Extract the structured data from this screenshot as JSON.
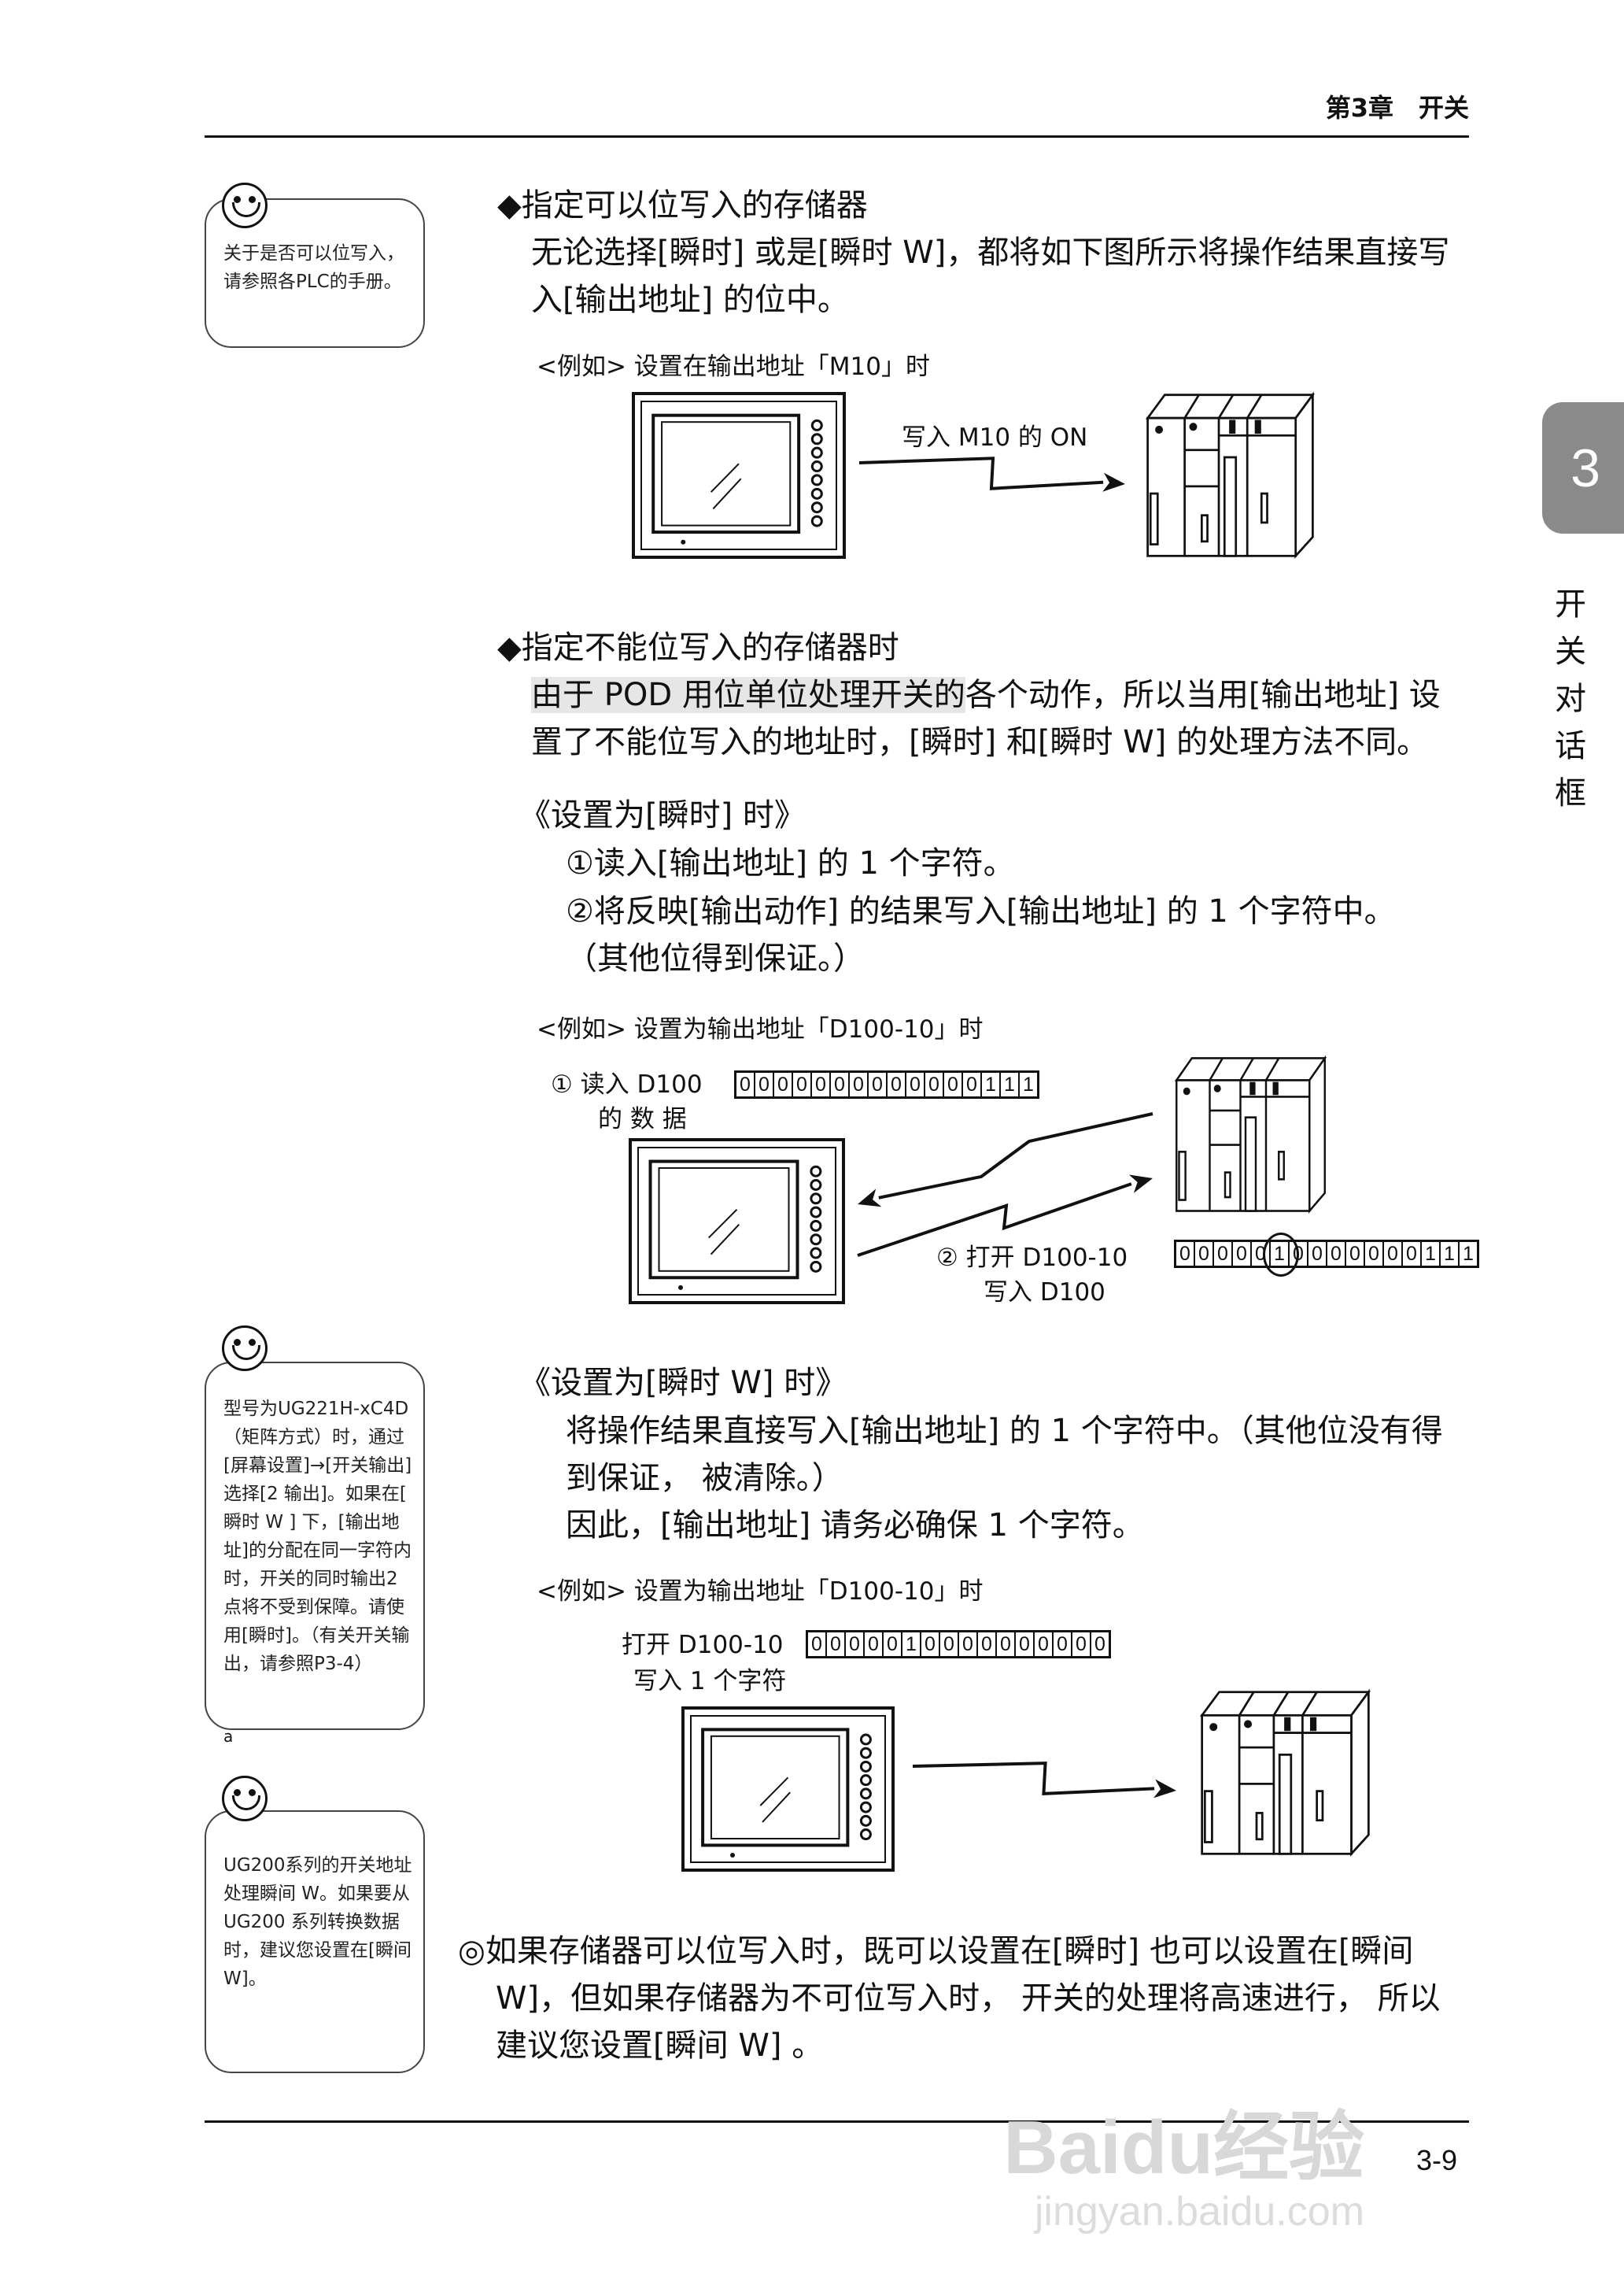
{
  "header": {
    "chapter": "第3章　开关"
  },
  "side_tab": {
    "number": "3",
    "title": "开关对话框"
  },
  "notes": [
    {
      "text": "关于是否可以位写入，请参照各PLC的手册。"
    },
    {
      "text": "型号为UG221H-xC4D（矩阵方式）时，通过[屏幕设置]→[开关输出] 选择[2 输出]。如果在[ 瞬时 W ] 下，[输出地址]的分配在同一字符内时，开关的同时输出2 点将不受到保障。请使用[瞬时]。（有关开关输出，请参照P3-4）",
      "trailing": "a"
    },
    {
      "text": "UG200系列的开关地址处理瞬间 W。如果要从 UG200 系列转换数据时，建议您设置在[瞬间 W]。"
    }
  ],
  "section1": {
    "heading": "◆指定可以位写入的存储器",
    "lines": [
      "无论选择[瞬时] 或是[瞬时 W]，都将如下图所示将操作结果直接写",
      "入[输出地址] 的位中。"
    ],
    "example": "<例如> 设置在输出地址「M10」时",
    "arrow_label": "写入 M10 的 ON"
  },
  "section2": {
    "heading": "◆指定不能位写入的存储器时",
    "line1_highlight": "由于 POD 用位单位处理开关的",
    "line1_rest": "各个动作，所以当用[输出地址] 设",
    "line2": "置了不能位写入的地址时，[瞬时] 和[瞬时 W] 的处理方法不同。",
    "sub1_title": "《设置为[瞬时] 时》",
    "sub1_items": [
      "①读入[输出地址] 的 1 个字符。",
      "②将反映[输出动作] 的结果写入[输出地址] 的 1 个字符中。",
      "（其他位得到保证。）"
    ],
    "example2": "<例如> 设置为输出地址「D100-10」时",
    "read_label1": "①  读入 D100",
    "read_label2": "的 数 据",
    "read_bits": "0000000000000111",
    "write_label1": "②  打开 D100-10",
    "write_label2": "写入 D100",
    "write_bits": "0000010000000111",
    "circled_bit_index": 5,
    "sub2_title": "《设置为[瞬时 W] 时》",
    "sub2_lines": [
      "将操作结果直接写入[输出地址] 的 1 个字符中。（其他位没有得",
      "到保证， 被清除。）",
      "因此，[输出地址] 请务必确保 1 个字符。"
    ],
    "example3": "<例如> 设置为输出地址「D100-10」时",
    "w_label1": "打开 D100-10",
    "w_label2": "写入 1 个字符",
    "w_bits": "0000010000000000"
  },
  "conclusion": {
    "lines": [
      "◎如果存储器可以位写入时，既可以设置在[瞬时] 也可以设置在[瞬间",
      "W]，但如果存储器为不可位写入时， 开关的处理将高速进行， 所以",
      "建议您设置[瞬间 W] 。"
    ]
  },
  "footer": {
    "page": "3-9"
  },
  "watermark": {
    "brand": "Baidu经验",
    "url": "jingyan.baidu.com"
  }
}
